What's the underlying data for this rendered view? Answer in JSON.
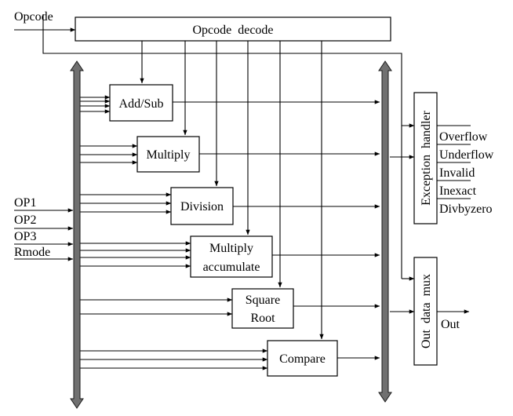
{
  "inputs": {
    "opcode": "Opcode",
    "op1": "OP1",
    "op2": "OP2",
    "op3": "OP3",
    "rmode": "Rmode"
  },
  "blocks": {
    "opcode_decode": "Opcode  decode",
    "add_sub": "Add/Sub",
    "multiply": "Multiply",
    "division": "Division",
    "mac_line1": "Multiply",
    "mac_line2": "accumulate",
    "sqrt_line1": "Square",
    "sqrt_line2": "Root",
    "compare": "Compare",
    "exception_handler": "Exception  handler",
    "out_mux": "Out  data  mux"
  },
  "outputs": {
    "overflow": "Overflow",
    "underflow": "Underflow",
    "invalid": "Invalid",
    "inexact": "Inexact",
    "divbyzero": "Divbyzero",
    "out": "Out"
  }
}
